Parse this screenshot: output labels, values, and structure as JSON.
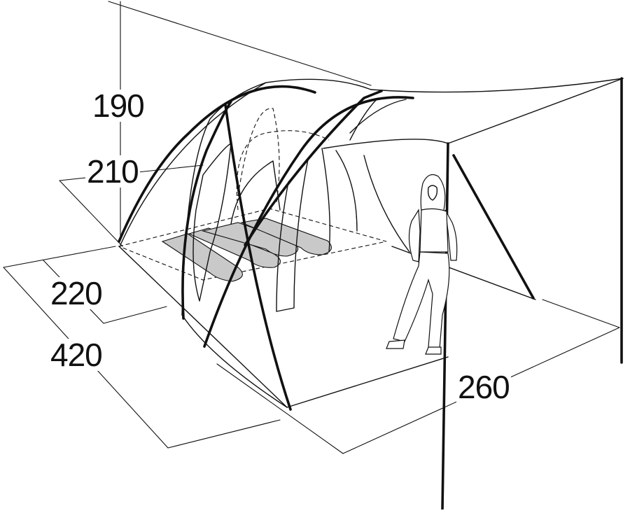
{
  "dimensions": {
    "height_outer": "190",
    "height_inner": "210",
    "depth_inner": "220",
    "depth_outer": "420",
    "width": "260"
  },
  "colors": {
    "line": "#111111",
    "sleeping_mat": "#c9c9c9",
    "background": "#ffffff"
  }
}
